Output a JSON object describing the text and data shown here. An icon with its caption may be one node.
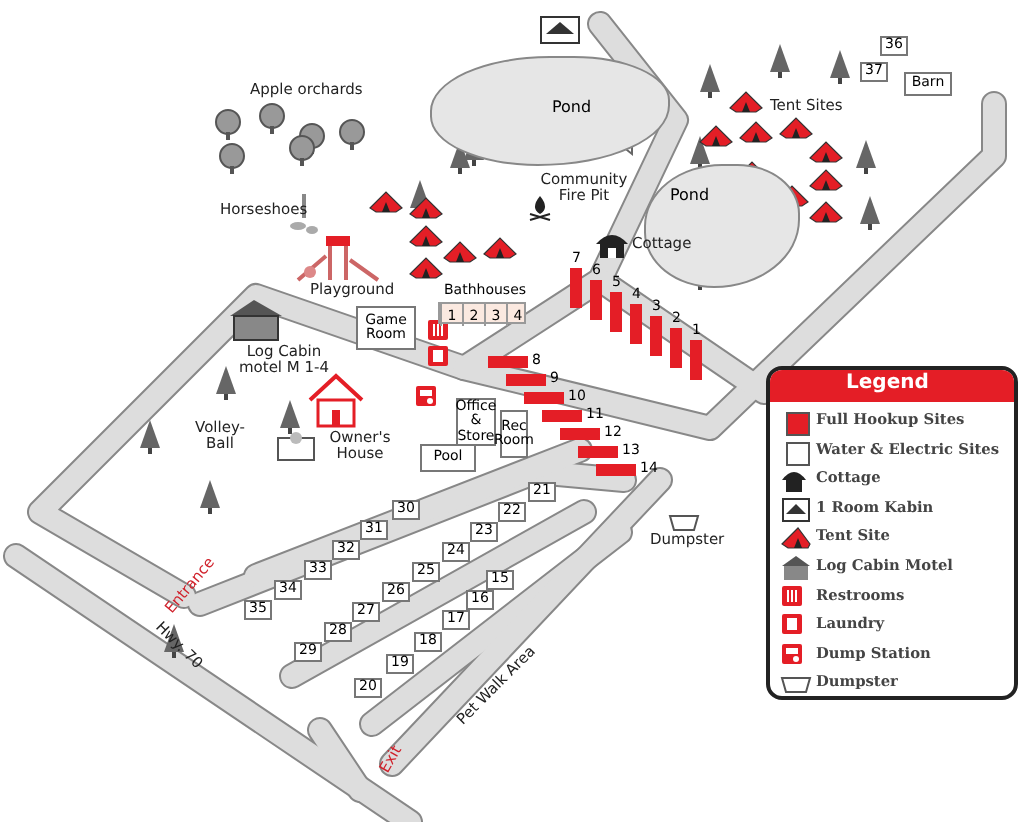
{
  "diagram": {
    "nodes": [
      {
        "text": [
          "Pond"
        ]
      },
      {
        "text": [
          "36"
        ]
      },
      {
        "text": [
          "37"
        ]
      },
      {
        "text": [
          "Barn"
        ]
      },
      {
        "text": [
          "Pond"
        ]
      },
      {
        "text": [
          "Bathhouses"
        ]
      },
      {
        "text": [
          "1"
        ],
        "in": 5
      },
      {
        "text": [
          "2"
        ],
        "in": 5
      },
      {
        "text": [
          "3"
        ],
        "in": 5
      },
      {
        "text": [
          "4"
        ],
        "in": 5
      },
      {
        "text": [
          "Game Room"
        ]
      },
      {
        "text": [
          "Office & Store"
        ]
      },
      {
        "text": [
          "Rec Room"
        ]
      },
      {
        "text": [
          "Pool"
        ]
      },
      {
        "text": [],
        "shape": "bar",
        "beside": [
          "7"
        ]
      },
      {
        "text": [],
        "shape": "bar",
        "beside": [
          "6"
        ]
      },
      {
        "text": [],
        "shape": "bar",
        "beside": [
          "5"
        ]
      },
      {
        "text": [],
        "shape": "bar",
        "beside": [
          "4"
        ]
      },
      {
        "text": [],
        "shape": "bar",
        "beside": [
          "3"
        ]
      },
      {
        "text": [],
        "shape": "bar",
        "beside": [
          "2"
        ]
      },
      {
        "text": [],
        "shape": "bar",
        "beside": [
          "1"
        ]
      },
      {
        "text": [],
        "shape": "bar",
        "beside": [
          "8"
        ]
      },
      {
        "text": [],
        "shape": "bar",
        "beside": [
          "9"
        ]
      },
      {
        "text": [],
        "shape": "bar",
        "beside": [
          "10"
        ]
      },
      {
        "text": [],
        "shape": "bar",
        "beside": [
          "11"
        ]
      },
      {
        "text": [],
        "shape": "bar",
        "beside": [
          "12"
        ]
      },
      {
        "text": [],
        "shape": "bar",
        "beside": [
          "13"
        ]
      },
      {
        "text": [],
        "shape": "bar",
        "beside": [
          "14"
        ]
      },
      {
        "text": [
          "30"
        ]
      },
      {
        "text": [
          "31"
        ]
      },
      {
        "text": [
          "32"
        ]
      },
      {
        "text": [
          "33"
        ]
      },
      {
        "text": [
          "34"
        ]
      },
      {
        "text": [
          "35"
        ]
      },
      {
        "text": [
          "21"
        ]
      },
      {
        "text": [
          "22"
        ]
      },
      {
        "text": [
          "23"
        ]
      },
      {
        "text": [
          "24"
        ]
      },
      {
        "text": [
          "25"
        ]
      },
      {
        "text": [
          "26"
        ]
      },
      {
        "text": [
          "27"
        ]
      },
      {
        "text": [
          "28"
        ]
      },
      {
        "text": [
          "29"
        ]
      },
      {
        "text": [
          "15"
        ]
      },
      {
        "text": [
          "16"
        ]
      },
      {
        "text": [
          "17"
        ]
      },
      {
        "text": [
          "18"
        ]
      },
      {
        "text": [
          "19"
        ]
      },
      {
        "text": [
          "20"
        ]
      }
    ],
    "labels": [
      "Apple orchards",
      "Tent Sites",
      "Horseshoes",
      "Community Fire Pit",
      "Cottage",
      "Playground",
      "Log Cabin motel M 1-4",
      "Owner's House",
      "Volley-Ball",
      "Dumpster",
      "Entrance",
      "Hwy. 70",
      "Exit",
      "Pet Walk Area",
      "Legend"
    ],
    "legend": [
      {
        "text": "Full Hookup Sites",
        "color": "#e41e26"
      },
      {
        "text": "Water & Electric Sites",
        "color": "#ffffff"
      },
      {
        "text": "Cottage"
      },
      {
        "text": "1 Room Kabin"
      },
      {
        "text": "Tent Site"
      },
      {
        "text": "Log Cabin Motel"
      },
      {
        "text": "Restrooms"
      },
      {
        "text": "Laundry"
      },
      {
        "text": "Dump Station"
      },
      {
        "text": "Dumpster"
      }
    ]
  }
}
